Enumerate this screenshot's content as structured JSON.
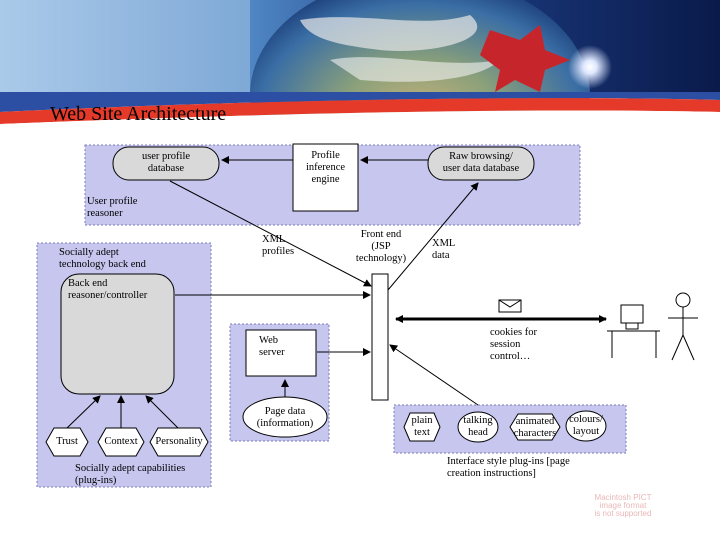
{
  "slide": {
    "title": "Web Site Architecture"
  },
  "boxes": {
    "user_profile_db": "user profile\ndatabase",
    "profile_engine": "Profile\ninference\nengine",
    "raw_browsing": "Raw browsing/\nuser data database",
    "user_profile_reasoner": "User profile\nreasoner",
    "socially_adept": "Socially adept\ntechnology back end",
    "back_end_reasoner": "Back end\nreasoner/controller",
    "front_end": "Front end\n(JSP\ntechnology)",
    "web_server": "Web\nserver",
    "page_data": "Page data\n(information)",
    "trust": "Trust",
    "context": "Context",
    "personality": "Personality",
    "capabilities": "Socially adept capabilities\n(plug-ins)",
    "plain_text": "plain\ntext",
    "talking_head": "talking\nhead",
    "animated_chars": "animated\ncharacters",
    "colours_layout": "colours/\nlayout",
    "interface_plugins": "Interface style plug-ins [page\ncreation instructions]"
  },
  "labels": {
    "xml_profiles": "XML\nprofiles",
    "xml_data": "XML\ndata",
    "cookies": "cookies for\nsession\ncontrol…"
  },
  "watermark": "Macintosh PICT\nimage format\nis not supported",
  "colors": {
    "panel": "#c6c6ef",
    "panel_border": "#7b7bbd",
    "box_fill": "#d9d9d9"
  }
}
